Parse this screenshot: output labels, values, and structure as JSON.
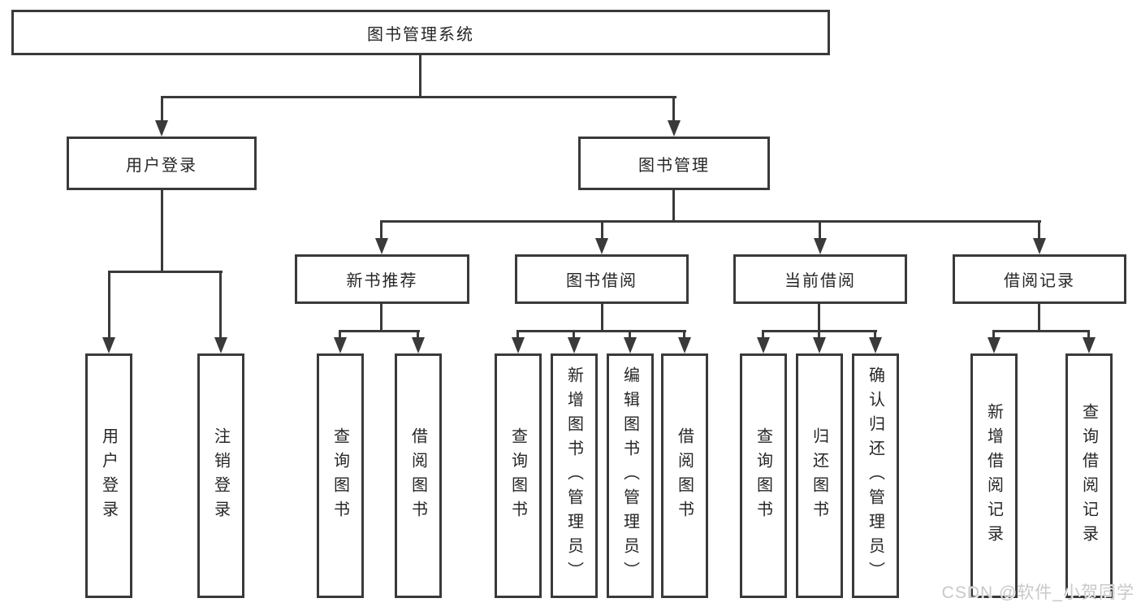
{
  "diagram_title": "图书管理系统",
  "nodes": {
    "root": {
      "label": "图书管理系统"
    },
    "user_login": {
      "label": "用户登录"
    },
    "book_management": {
      "label": "图书管理"
    },
    "new_book_recommend": {
      "label": "新书推荐"
    },
    "book_borrowing": {
      "label": "图书借阅"
    },
    "current_borrowing": {
      "label": "当前借阅"
    },
    "borrowing_records": {
      "label": "借阅记录"
    },
    "leaf_user_login": {
      "label": "用户登录"
    },
    "leaf_logout": {
      "label": "注销登录"
    },
    "leaf_query_books_recommend": {
      "label": "查询图书"
    },
    "leaf_borrow_books_recommend": {
      "label": "借阅图书"
    },
    "leaf_query_books_borrowing": {
      "label": "查询图书"
    },
    "leaf_add_books_admin": {
      "label": "新增图书（管理员）"
    },
    "leaf_edit_books_admin": {
      "label": "编辑图书（管理员）"
    },
    "leaf_borrow_books_borrowing": {
      "label": "借阅图书"
    },
    "leaf_query_books_current": {
      "label": "查询图书"
    },
    "leaf_return_books": {
      "label": "归还图书"
    },
    "leaf_confirm_return_admin": {
      "label": "确认归还（管理员）"
    },
    "leaf_add_borrow_record": {
      "label": "新增借阅记录"
    },
    "leaf_query_borrow_record": {
      "label": "查询借阅记录"
    }
  },
  "watermark": {
    "text": "CSDN @软件_小贺同学"
  },
  "colors": {
    "line": "#3a3a3a",
    "box_border": "#3a3a3a",
    "text": "#262626",
    "background": "#ffffff",
    "watermark": "#c8c8c8"
  }
}
